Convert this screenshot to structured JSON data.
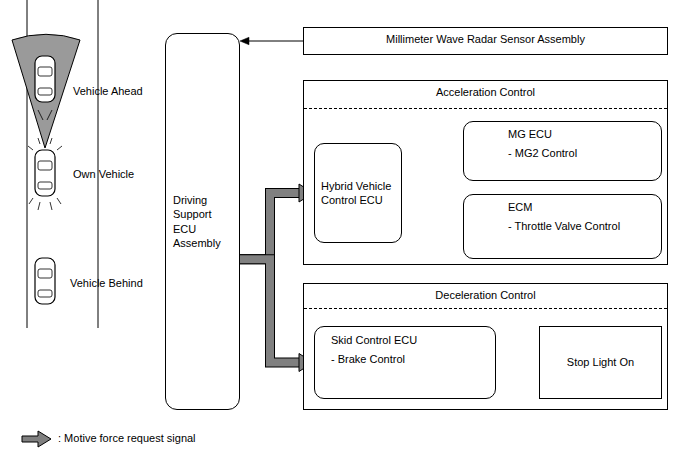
{
  "diagram": {
    "nodes": [
      {
        "text": [
          "Millimeter Wave Radar Sensor Assembly"
        ]
      },
      {
        "text": [
          "Driving Support ECU Assembly"
        ]
      },
      {
        "text": [
          "Acceleration Control"
        ]
      },
      {
        "text": [
          "Hybrid Vehicle Control ECU"
        ],
        "in": 2
      },
      {
        "text": [
          "MG ECU",
          "- MG2 Control"
        ],
        "in": 2
      },
      {
        "text": [
          "ECM",
          "- Throttle Valve Control"
        ],
        "in": 2
      },
      {
        "text": [
          "Deceleration Control"
        ]
      },
      {
        "text": [
          "Skid Control ECU",
          "- Brake Control"
        ],
        "in": 6
      },
      {
        "text": [
          "Stop Light On"
        ],
        "in": 6
      }
    ],
    "edges": [
      {
        "from": 0,
        "to": 1,
        "arrow": "to"
      },
      {
        "from": 1,
        "to": 3,
        "arrow": "to"
      },
      {
        "from": 1,
        "to": 7,
        "arrow": "to"
      },
      {
        "from": 3,
        "to": 4,
        "arrow": "to"
      },
      {
        "from": 3,
        "to": 5,
        "arrow": "to"
      },
      {
        "from": 7,
        "to": 8,
        "arrow": "to"
      }
    ],
    "labels": [
      "Vehicle Ahead",
      "Own Vehicle",
      "Vehicle Behind"
    ],
    "legend": [
      {
        "text": ": Motive force request signal"
      }
    ]
  }
}
